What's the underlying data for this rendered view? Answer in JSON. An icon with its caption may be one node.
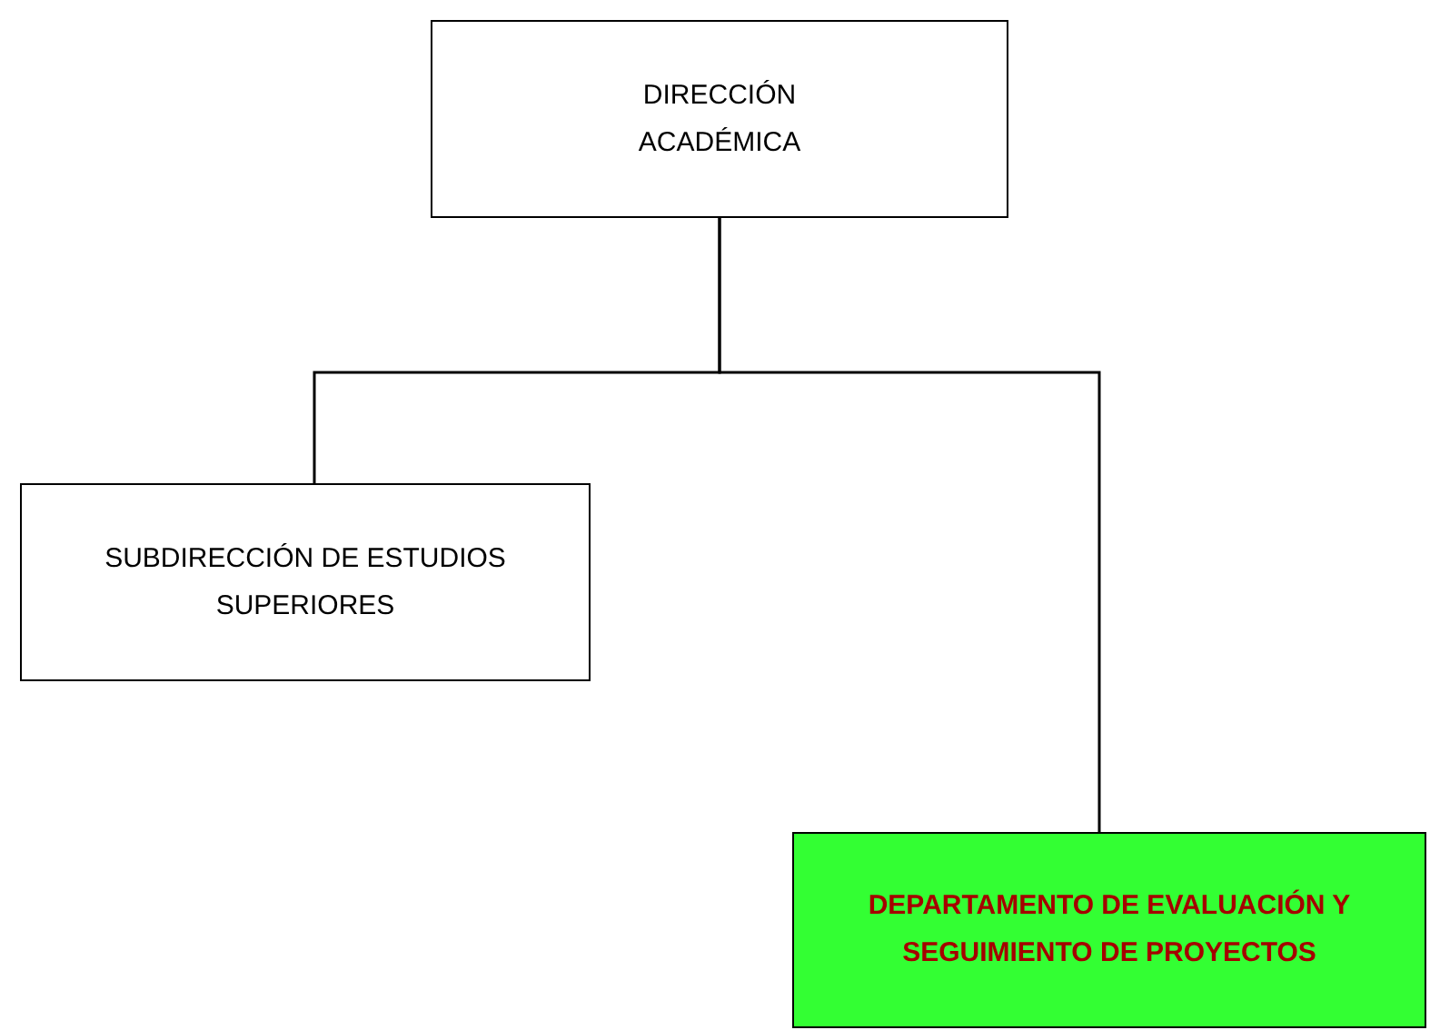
{
  "diagram": {
    "nodes": [
      {
        "text": [
          "DIRECCIÓN ACADÉMICA"
        ]
      },
      {
        "text": [
          "SUBDIRECCIÓN DE ESTUDIOS SUPERIORES"
        ]
      },
      {
        "text": [
          "DEPARTAMENTO DE EVALUACIÓN Y SEGUIMIENTO DE PROYECTOS"
        ]
      }
    ],
    "edges": [
      {
        "from": 0,
        "to": 1,
        "arrow": "none"
      },
      {
        "from": 0,
        "to": 2,
        "arrow": "none"
      }
    ]
  }
}
